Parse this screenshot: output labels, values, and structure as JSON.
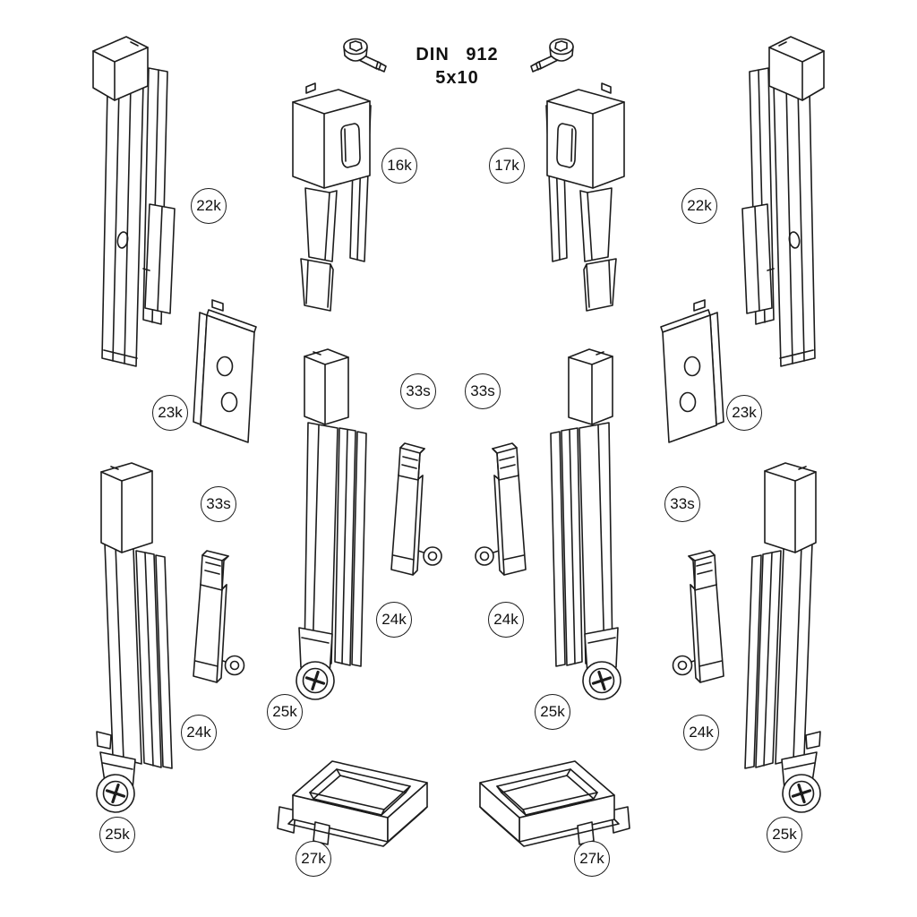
{
  "note": {
    "line1": "DIN 912",
    "line2": "5x10"
  },
  "balloons": {
    "rail_22k_left": "22k",
    "carrier_16k": "16k",
    "carrier_17k": "17k",
    "rail_22k_right": "22k",
    "plate_23k_left": "23k",
    "hook_33s_center_left": "33s",
    "hook_33s_center_right": "33s",
    "plate_23k_right": "23k",
    "hook_33s_left": "33s",
    "hook_33s_right": "33s",
    "rail_24k_center_left": "24k",
    "rail_24k_center_right": "24k",
    "roller_25k_center_left": "25k",
    "roller_25k_center_right": "25k",
    "rail_24k_left": "24k",
    "rail_24k_right": "24k",
    "roller_25k_left": "25k",
    "roller_25k_right": "25k",
    "tray_27k_left": "27k",
    "tray_27k_right": "27k"
  },
  "colors": {
    "ink": "#1c1c1c",
    "background": "#ffffff"
  }
}
